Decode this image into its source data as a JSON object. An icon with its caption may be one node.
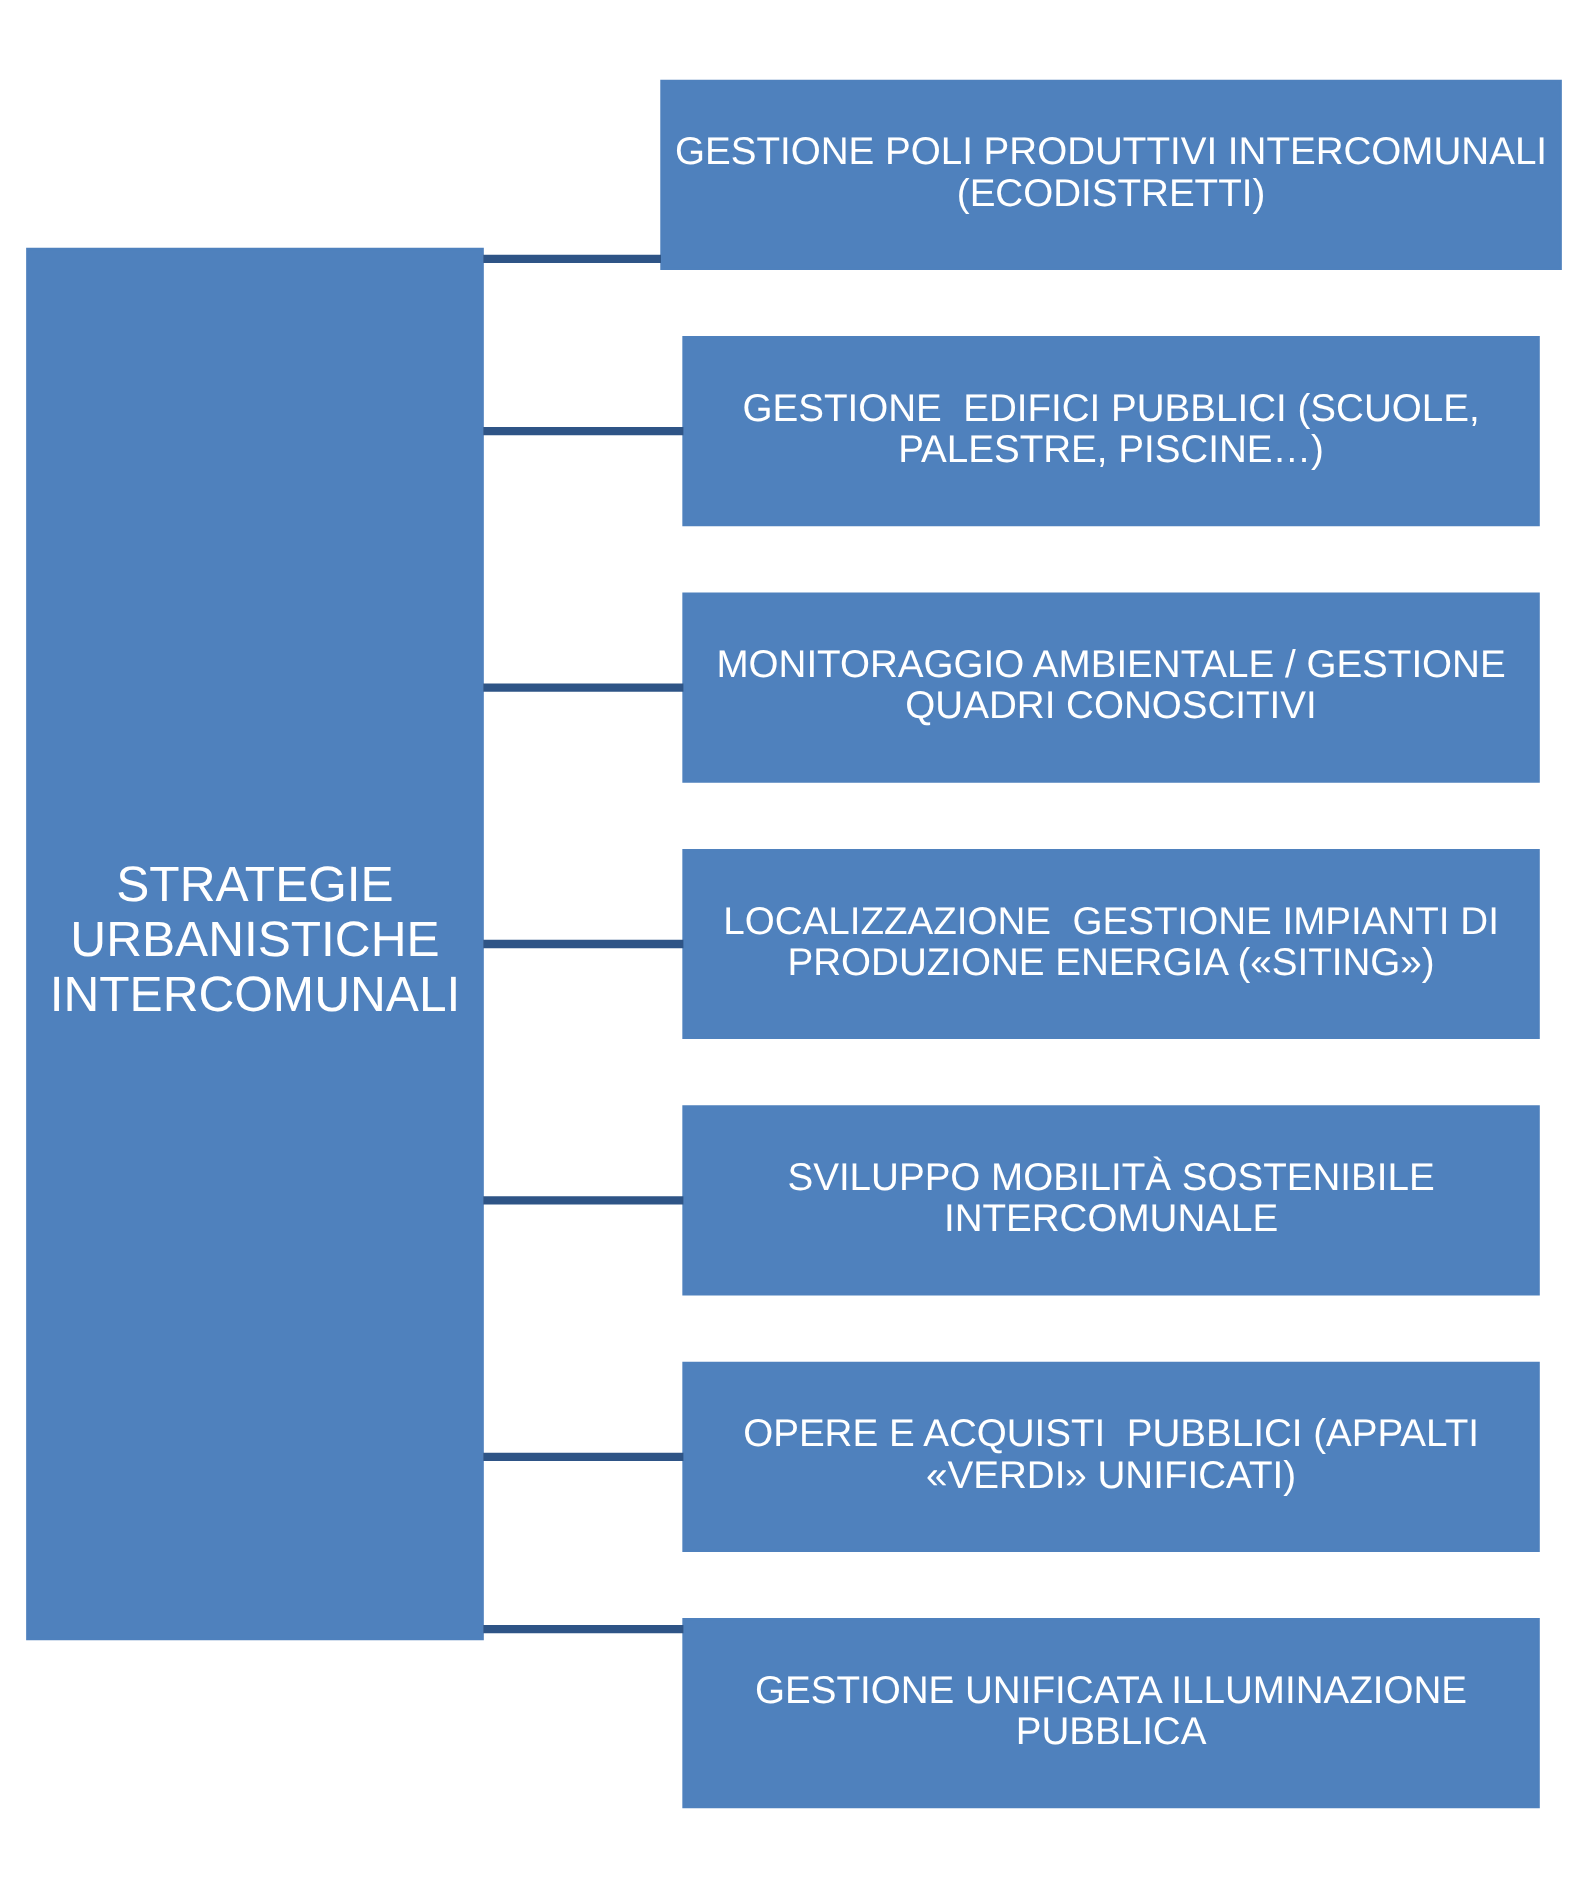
{
  "diagram": {
    "nodes": [
      {
        "text": [
          "STRATEGIE URBANISTICHE INTERCOMUNALI"
        ]
      },
      {
        "text": [
          "GESTIONE POLI PRODUTTIVI INTERCOMUNALI (ECODISTRETTI)"
        ]
      },
      {
        "text": [
          "GESTIONE  EDIFICI PUBBLICI (SCUOLE, PALESTRE, PISCINE…)"
        ]
      },
      {
        "text": [
          "MONITORAGGIO AMBIENTALE / GESTIONE QUADRI CONOSCITIVI"
        ]
      },
      {
        "text": [
          "LOCALIZZAZIONE  GESTIONE IMPIANTI DI PRODUZIONE ENERGIA («SITING»)"
        ]
      },
      {
        "text": [
          "SVILUPPO MOBILITÀ SOSTENIBILE INTERCOMUNALE"
        ]
      },
      {
        "text": [
          "OPERE E ACQUISTI  PUBBLICI (APPALTI «VERDI» UNIFICATI)"
        ]
      },
      {
        "text": [
          "GESTIONE UNIFICATA ILLUMINAZIONE PUBBLICA"
        ]
      }
    ],
    "edges": [
      {
        "from": 0,
        "to": 1,
        "arrow": "none"
      },
      {
        "from": 0,
        "to": 2,
        "arrow": "none"
      },
      {
        "from": 0,
        "to": 3,
        "arrow": "none"
      },
      {
        "from": 0,
        "to": 4,
        "arrow": "none"
      },
      {
        "from": 0,
        "to": 5,
        "arrow": "none"
      },
      {
        "from": 0,
        "to": 6,
        "arrow": "none"
      },
      {
        "from": 0,
        "to": 7,
        "arrow": "none"
      }
    ]
  }
}
